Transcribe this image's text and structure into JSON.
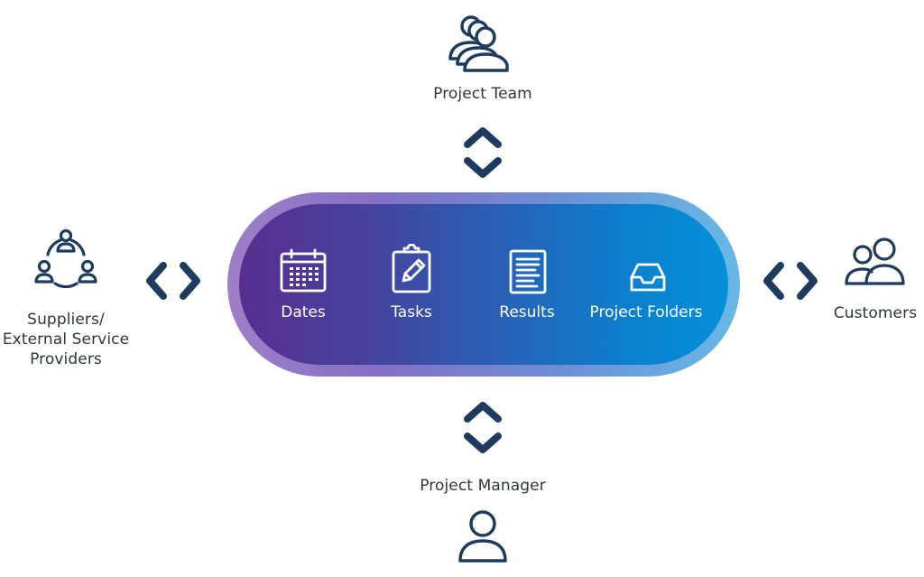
{
  "top": {
    "label": "Project Team",
    "icon": "team-icon"
  },
  "bottom": {
    "label": "Project Manager",
    "icon": "user-icon"
  },
  "left": {
    "label_lines": [
      "Suppliers/",
      "External Service",
      "Providers"
    ],
    "icon": "network-people-icon"
  },
  "right": {
    "label": "Customers",
    "icon": "two-users-icon"
  },
  "center": {
    "items": [
      {
        "label": "Dates",
        "icon": "calendar-icon"
      },
      {
        "label": "Tasks",
        "icon": "clipboard-edit-icon"
      },
      {
        "label": "Results",
        "icon": "document-icon"
      },
      {
        "label": "Project Folders",
        "icon": "inbox-tray-icon"
      }
    ]
  },
  "colors": {
    "navy": "#1f3a5f",
    "text": "#2f3640",
    "gradient_start": "#5a2d91",
    "gradient_end": "#0490d8"
  }
}
